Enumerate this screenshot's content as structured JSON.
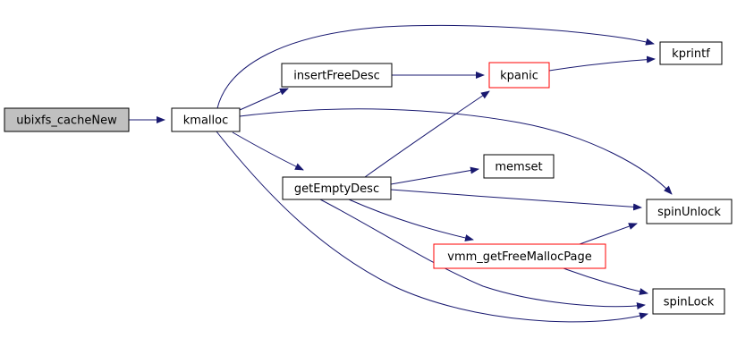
{
  "diagram": {
    "kind": "call-graph",
    "colors": {
      "background": "#ffffff",
      "edge": "#191970",
      "node_fill": "#ffffff",
      "node_border": "#000000",
      "highlight_fill": "#c0c0c0",
      "alert_border": "#ff0000",
      "text": "#000000"
    },
    "nodes": [
      {
        "id": "ubixfs_cacheNew",
        "label": "ubixfs_cacheNew",
        "style": "highlighted"
      },
      {
        "id": "kmalloc",
        "label": "kmalloc",
        "style": "normal"
      },
      {
        "id": "insertFreeDesc",
        "label": "insertFreeDesc",
        "style": "normal"
      },
      {
        "id": "kpanic",
        "label": "kpanic",
        "style": "alert"
      },
      {
        "id": "kprintf",
        "label": "kprintf",
        "style": "normal"
      },
      {
        "id": "getEmptyDesc",
        "label": "getEmptyDesc",
        "style": "normal"
      },
      {
        "id": "memset",
        "label": "memset",
        "style": "normal"
      },
      {
        "id": "spinUnlock",
        "label": "spinUnlock",
        "style": "normal"
      },
      {
        "id": "vmm_getFreeMallocPage",
        "label": "vmm_getFreeMallocPage",
        "style": "alert"
      },
      {
        "id": "spinLock",
        "label": "spinLock",
        "style": "normal"
      }
    ],
    "edges": [
      {
        "from": "ubixfs_cacheNew",
        "to": "kmalloc"
      },
      {
        "from": "kmalloc",
        "to": "insertFreeDesc"
      },
      {
        "from": "kmalloc",
        "to": "kprintf"
      },
      {
        "from": "kmalloc",
        "to": "spinUnlock"
      },
      {
        "from": "kmalloc",
        "to": "getEmptyDesc"
      },
      {
        "from": "kmalloc",
        "to": "spinLock"
      },
      {
        "from": "insertFreeDesc",
        "to": "kpanic"
      },
      {
        "from": "kpanic",
        "to": "kprintf"
      },
      {
        "from": "getEmptyDesc",
        "to": "kpanic"
      },
      {
        "from": "getEmptyDesc",
        "to": "memset"
      },
      {
        "from": "getEmptyDesc",
        "to": "spinUnlock"
      },
      {
        "from": "getEmptyDesc",
        "to": "vmm_getFreeMallocPage"
      },
      {
        "from": "getEmptyDesc",
        "to": "spinLock"
      },
      {
        "from": "vmm_getFreeMallocPage",
        "to": "spinUnlock"
      },
      {
        "from": "vmm_getFreeMallocPage",
        "to": "spinLock"
      }
    ]
  }
}
